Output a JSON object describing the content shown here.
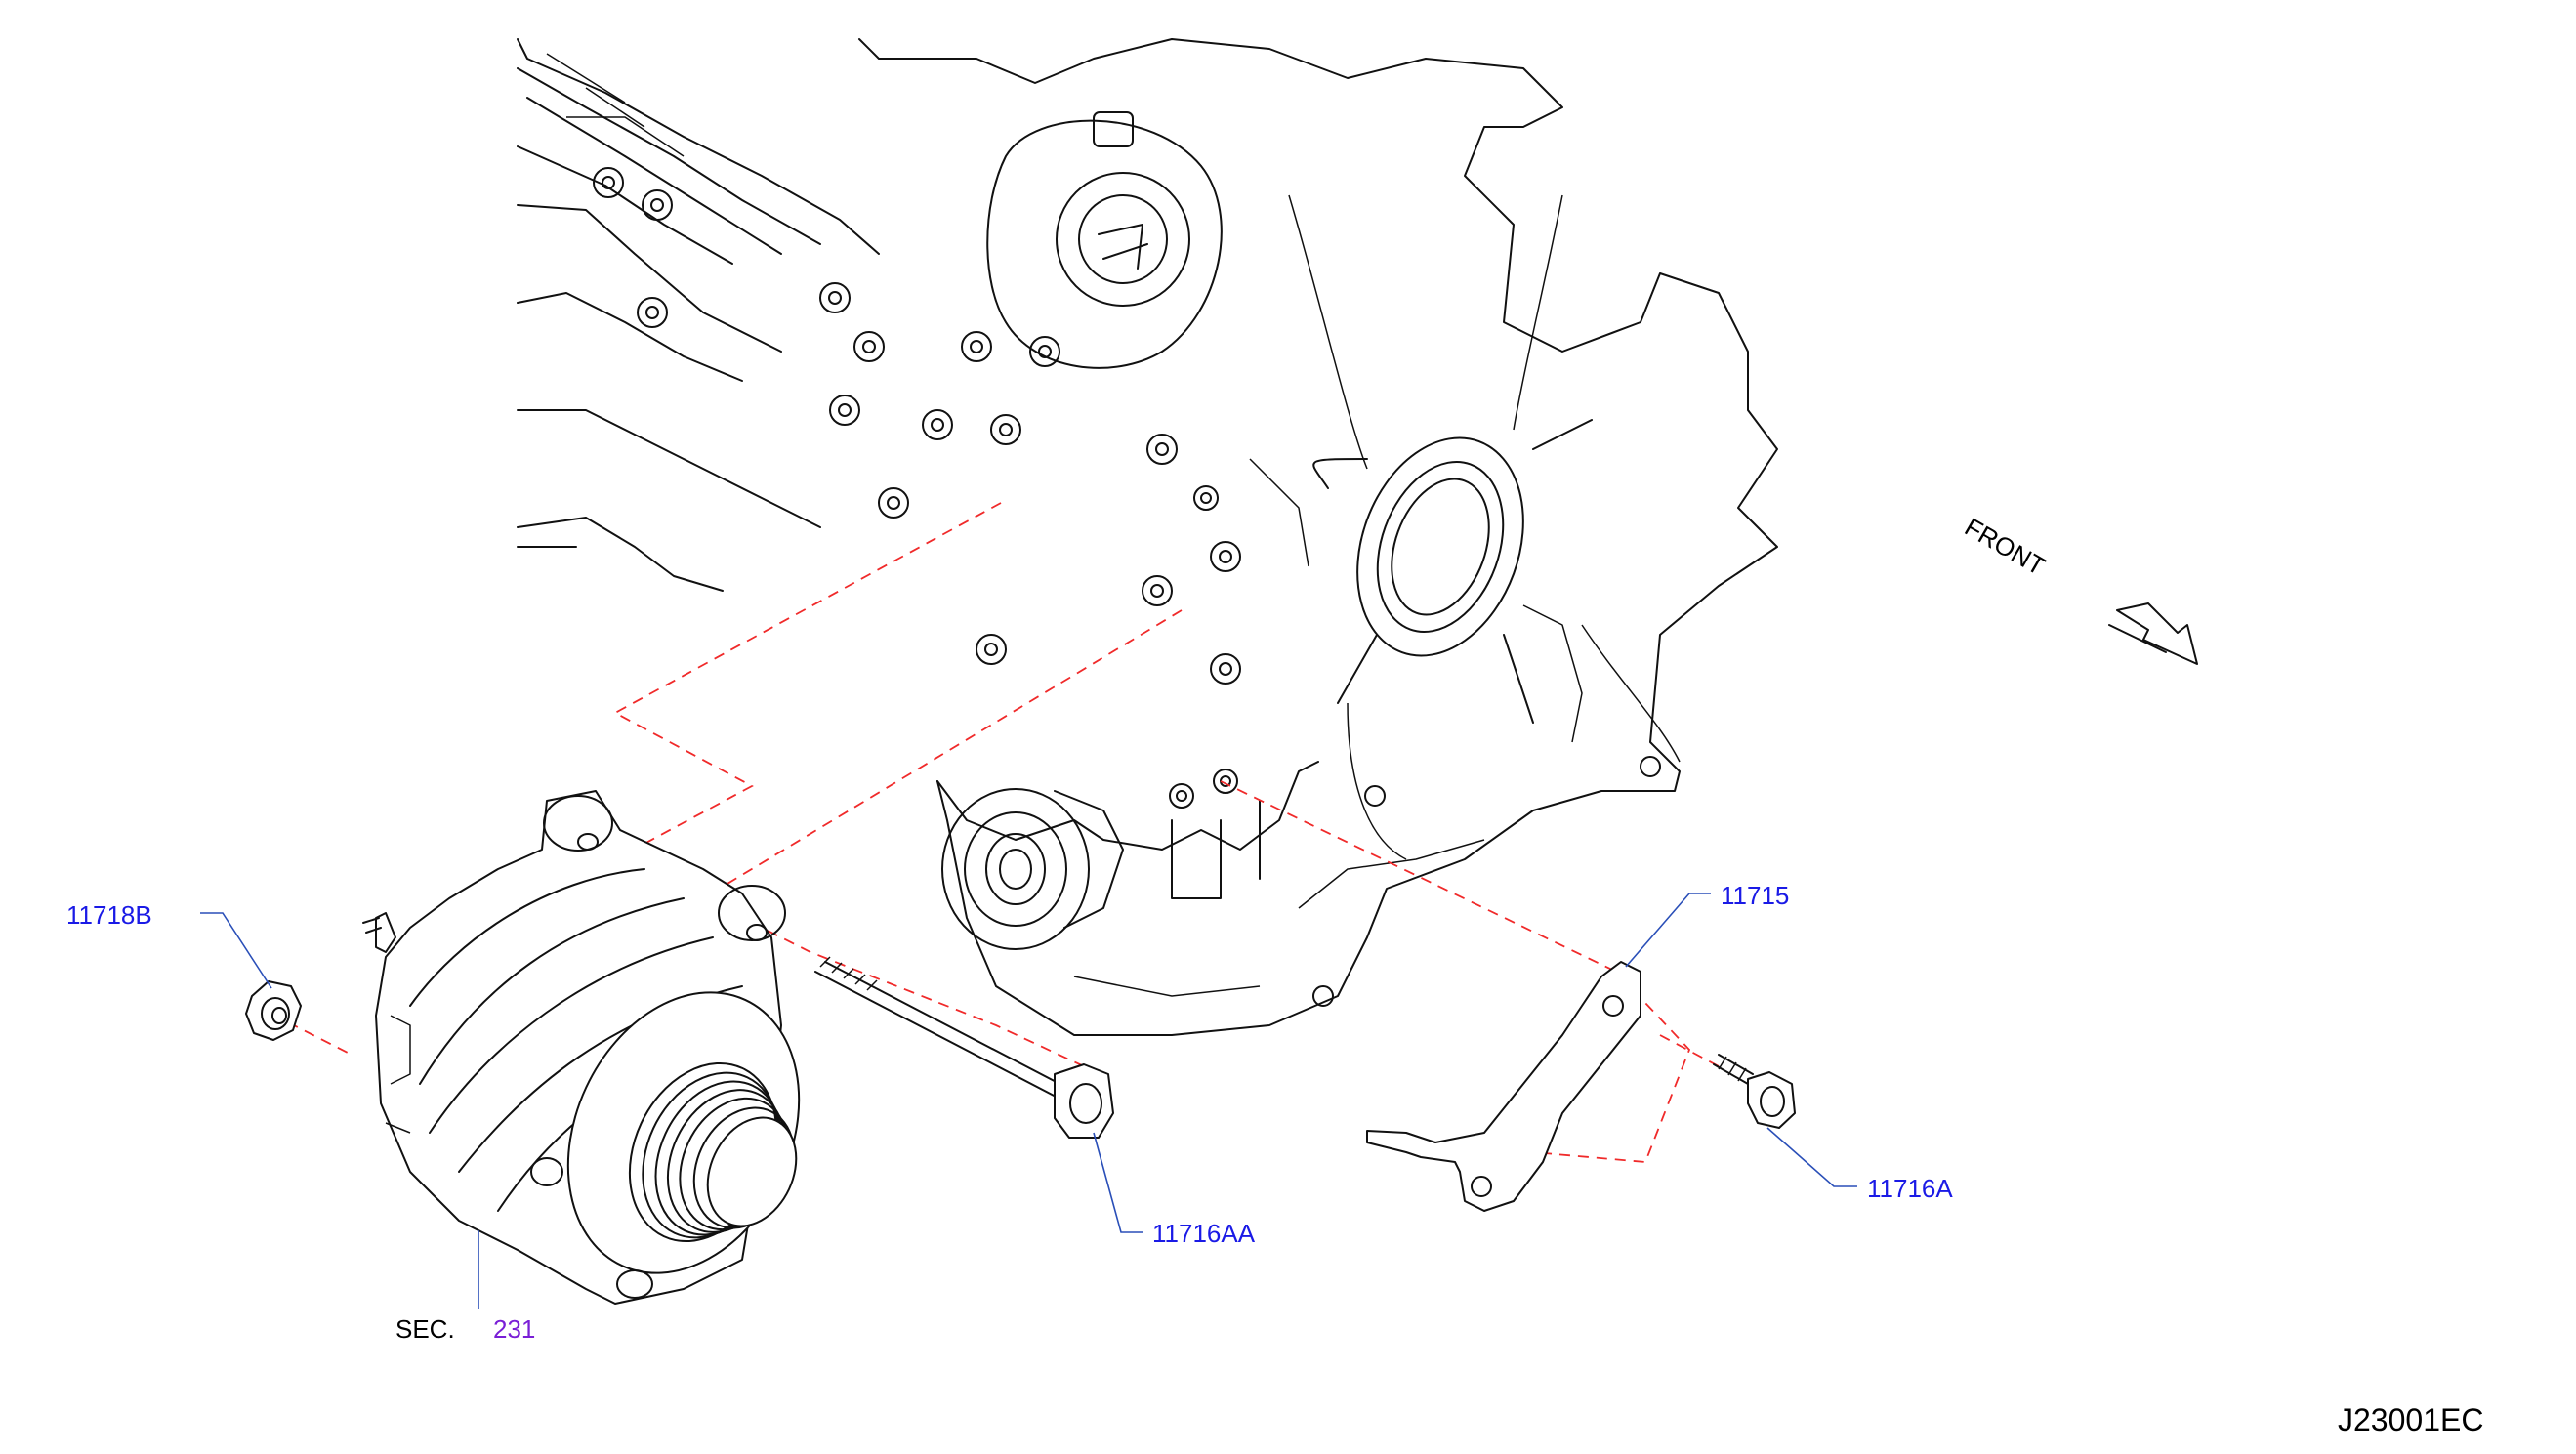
{
  "diagram": {
    "code": "J23001EC",
    "front_label": "FRONT",
    "callouts": {
      "bracket": "11715",
      "nut": "11718B",
      "long_bolt": "11716AA",
      "short_bolt": "11716A"
    },
    "section_ref": {
      "prefix": "SEC.",
      "number": "231"
    },
    "colors": {
      "callout_text": "#1a1ae6",
      "section_number": "#7a1fd6",
      "leader_line": "#2a4fb8",
      "assembly_path": "#f02a2a",
      "line_art": "#111111"
    }
  }
}
